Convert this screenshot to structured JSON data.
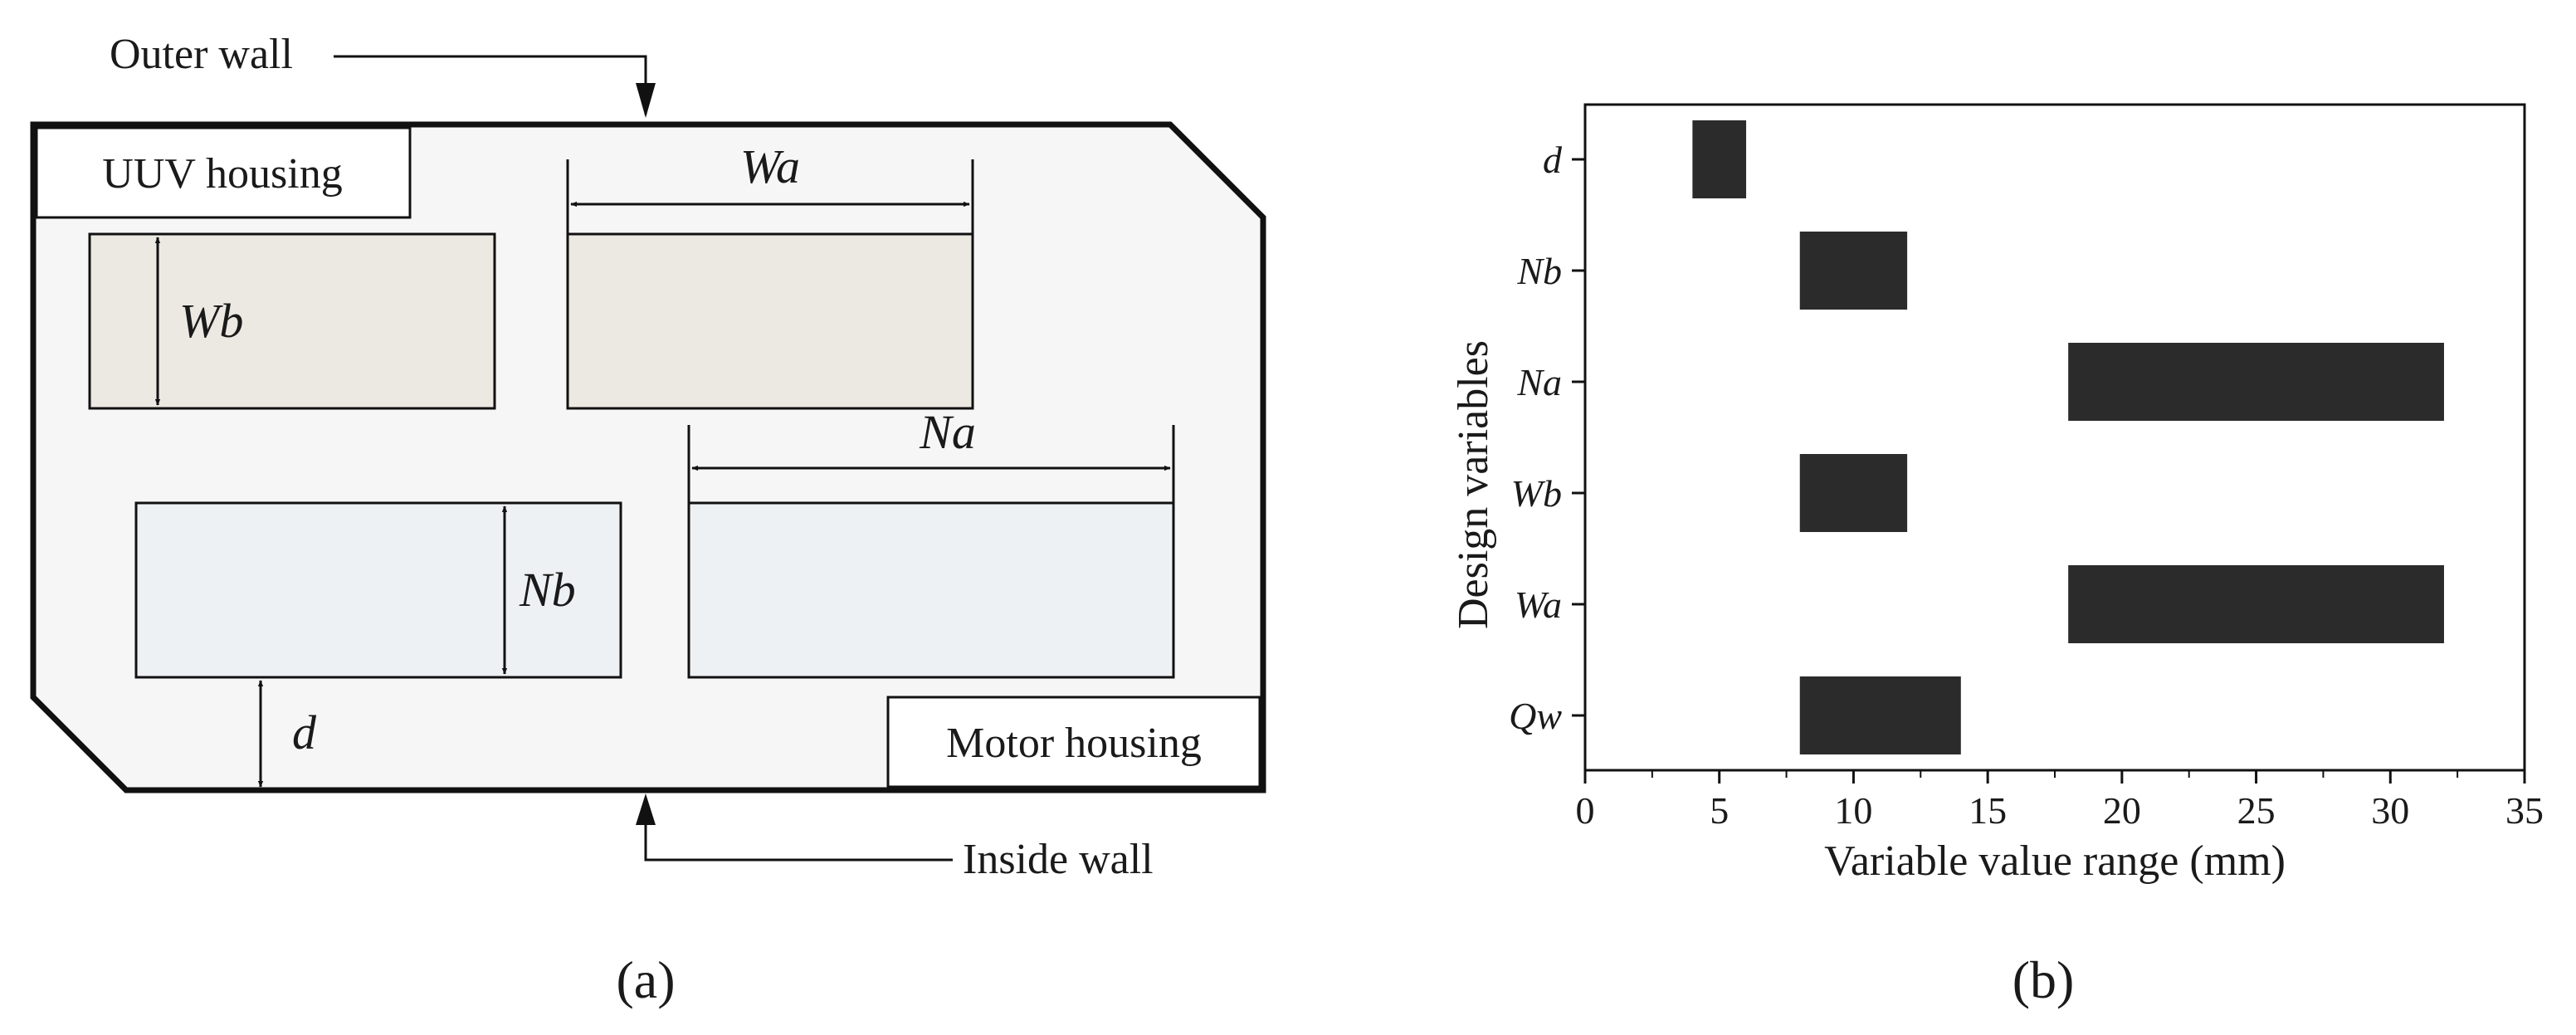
{
  "panel_a": {
    "caption": "(a)",
    "outer_wall_label": "Outer wall",
    "inside_wall_label": "Inside wall",
    "uuv_housing_label": "UUV housing",
    "motor_housing_label": "Motor housing",
    "dims": {
      "wa": "Wa",
      "wb": "Wb",
      "na": "Na",
      "nb": "Nb",
      "d": "d"
    },
    "colors": {
      "housing_fill": "#f6f6f6",
      "upper_block": "#ece9e2",
      "lower_block": "#eef1f4",
      "line": "#111111"
    }
  },
  "panel_b": {
    "caption": "(b)"
  },
  "chart_data": {
    "type": "bar",
    "orientation": "horizontal",
    "chart_style": "floating range bars",
    "xlabel": "Variable value range (mm)",
    "ylabel": "Design variables",
    "xlim": [
      0,
      35
    ],
    "xticks": [
      "0",
      "5",
      "10",
      "15",
      "20",
      "25",
      "30",
      "35"
    ],
    "categories": [
      "d",
      "Nb",
      "Na",
      "Wb",
      "Wa",
      "Qw"
    ],
    "ranges": [
      [
        4,
        6
      ],
      [
        8,
        12
      ],
      [
        18,
        32
      ],
      [
        8,
        12
      ],
      [
        18,
        32
      ],
      [
        8,
        14
      ]
    ],
    "bar_color": "#2b2b2b",
    "grid": false,
    "legend": "none"
  }
}
